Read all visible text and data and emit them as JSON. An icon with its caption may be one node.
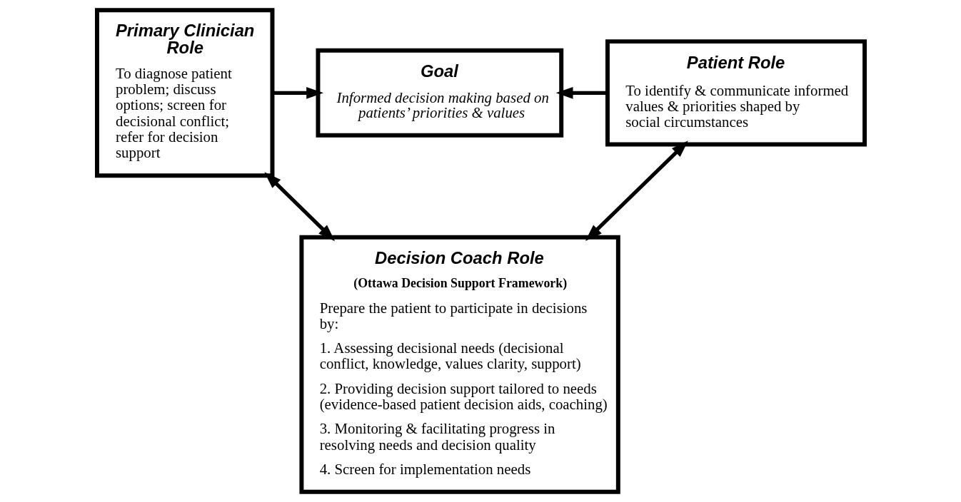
{
  "diagram": {
    "nodes": [
      {
        "text": [
          "Primary Clinician Role",
          "To diagnose patient problem; discuss options; screen for decisional conflict; refer for decision support"
        ]
      },
      {
        "text": [
          "Goal",
          "Informed decision making based on patients’ priorities & values"
        ]
      },
      {
        "text": [
          "Patient Role",
          "To identify & communicate informed values & priorities shaped by social circumstances"
        ]
      },
      {
        "text": [
          "Decision Coach Role",
          "(Ottawa Decision Support Framework)",
          "Prepare the patient to participate in decisions by:",
          "1. Assessing decisional needs (decisional conflict, knowledge, values clarity, support)",
          "2. Providing decision support tailored to needs (evidence-based patient decision aids, coaching)",
          "3. Monitoring & facilitating progress in resolving needs and decision quality",
          "4. Screen for implementation needs"
        ]
      }
    ],
    "edges": [
      {
        "from": 0,
        "to": 1,
        "arrow": "to"
      },
      {
        "from": 2,
        "to": 1,
        "arrow": "to"
      },
      {
        "from": 0,
        "to": 3,
        "arrow": "both"
      },
      {
        "from": 2,
        "to": 3,
        "arrow": "both"
      }
    ]
  }
}
